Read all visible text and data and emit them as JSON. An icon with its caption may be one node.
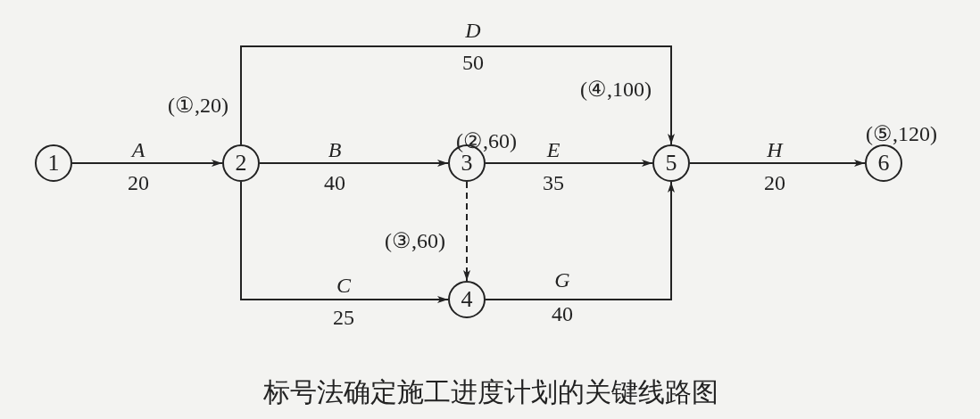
{
  "diagram": {
    "caption": "标号法确定施工进度计划的关键线路图",
    "nodes": [
      {
        "text": [
          "1"
        ]
      },
      {
        "text": [
          "2"
        ],
        "beside": [
          "(①,20)"
        ]
      },
      {
        "text": [
          "3"
        ],
        "beside": [
          "(②,60)"
        ]
      },
      {
        "text": [
          "4"
        ],
        "beside": [
          "(③,60)"
        ]
      },
      {
        "text": [
          "5"
        ],
        "beside": [
          "(④,100)"
        ]
      },
      {
        "text": [
          "6"
        ],
        "beside": [
          "(⑤,120)"
        ]
      }
    ],
    "edges": [
      {
        "from": 0,
        "to": 1,
        "arrow": "to",
        "label": "A"
      },
      {
        "from": 1,
        "to": 2,
        "arrow": "to",
        "label": "B"
      },
      {
        "from": 1,
        "to": 4,
        "arrow": "to",
        "label": "D"
      },
      {
        "from": 1,
        "to": 3,
        "arrow": "to",
        "label": "C"
      },
      {
        "from": 2,
        "to": 3,
        "arrow": "to",
        "style": "dashed"
      },
      {
        "from": 2,
        "to": 4,
        "arrow": "to",
        "label": "E"
      },
      {
        "from": 3,
        "to": 4,
        "arrow": "to",
        "label": "G"
      },
      {
        "from": 4,
        "to": 5,
        "arrow": "to",
        "label": "H"
      }
    ],
    "labels": [
      "50",
      "20",
      "40",
      "35",
      "20",
      "25",
      "40"
    ]
  }
}
